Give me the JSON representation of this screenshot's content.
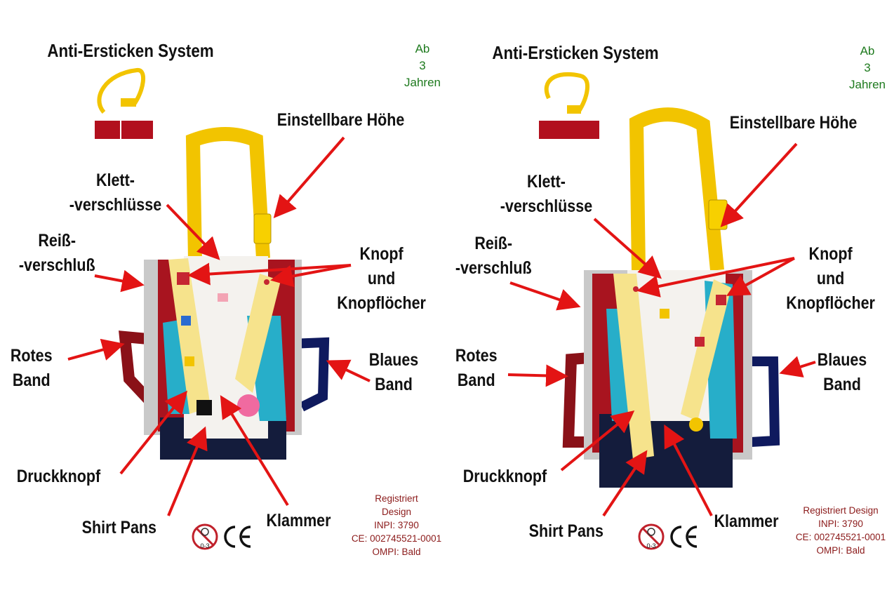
{
  "colors": {
    "arrow": "#e31414",
    "yellow_strap": "#f2c400",
    "dark_red": "#9c1622",
    "navy": "#101a52",
    "light_yellow": "#f6e38c",
    "cyan": "#27aec9",
    "age_green": "#1e7a1e",
    "reg_red": "#8b1a1a"
  },
  "panels": [
    {
      "title": "Anti-Ersticken System",
      "age": "Ab\n3\nJahren",
      "labels": {
        "height": "Einstellbare Höhe",
        "velcro": "Klett-\n-verschlüsse",
        "zipper": "Reiß-\n-verschluß",
        "buttons": "Knopf\nund\nKnopflöcher",
        "red_band": "Rotes\nBand",
        "blue_band": "Blaues\nBand",
        "snap": "Druckknopf",
        "shirt": "Shirt Pans",
        "clip": "Klammer"
      },
      "registration": "Registriert\nDesign\nINPI: 3790\nCE: 002745521-0001\nOMPI: Bald",
      "age_badge": "0-3",
      "ce_mark": "CE"
    },
    {
      "title": "Anti-Ersticken System",
      "age": "Ab\n3\nJahren",
      "labels": {
        "height": "Einstellbare Höhe",
        "velcro": "Klett-\n-verschlüsse",
        "zipper": "Reiß-\n-verschluß",
        "buttons": "Knopf\nund\nKnopflöcher",
        "red_band": "Rotes\nBand",
        "blue_band": "Blaues\nBand",
        "snap": "Druckknopf",
        "shirt": "Shirt Pans",
        "clip": "Klammer"
      },
      "registration": "Registriert Design\nINPI: 3790\nCE: 002745521-0001\nOMPI: Bald",
      "age_badge": "0-3",
      "ce_mark": "CE"
    }
  ]
}
